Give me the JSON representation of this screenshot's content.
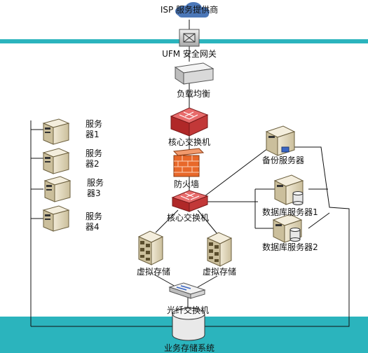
{
  "labels": {
    "isp": "ISP 服务提供商",
    "ufm": "UFM 安全网关",
    "load_balancer": "负载均衡",
    "core_switch_top": "核心交换机",
    "firewall": "防火墙",
    "core_switch_main": "核心交换机",
    "backup_server": "备份服务器",
    "db_server_1": "数据库服务器1",
    "db_server_2": "数据库服务器2",
    "virtual_storage_left": "虚拟存储",
    "virtual_storage_right": "虚拟存储",
    "fiber_switch": "光纤交换机",
    "business_storage": "业务存储系统",
    "server_1": [
      "服务",
      "器1"
    ],
    "server_2": [
      "服务",
      "器2"
    ],
    "server_3": [
      "服务",
      "器3"
    ],
    "server_4": [
      "服务",
      "器4"
    ]
  },
  "colors": {
    "band": "#2bb4bd",
    "line": "#111111",
    "firewall": "#e8682a",
    "server_body": "#e6dcc0",
    "switch_body": "#c22f2f",
    "cloud": "#4b77b8"
  },
  "icons": {
    "isp": "cloud-icon",
    "ufm": "gateway-icon",
    "load_balancer": "load-balancer-icon",
    "core_switch": "switch-icon",
    "firewall": "firewall-icon",
    "server": "server-icon",
    "storage": "storage-icon",
    "fiber_switch": "fiber-switch-icon",
    "disk": "disk-icon"
  }
}
